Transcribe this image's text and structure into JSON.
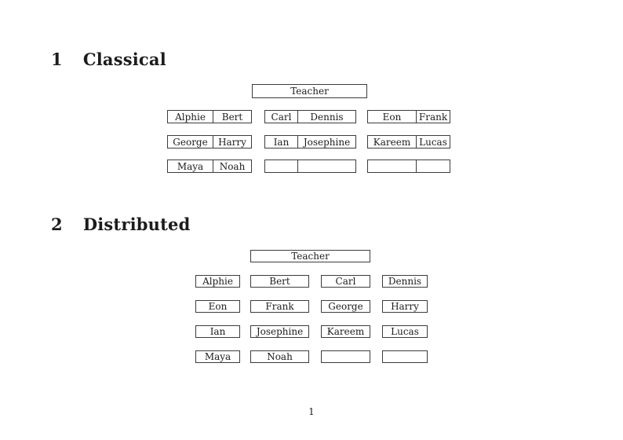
{
  "page": {
    "number": "1"
  },
  "sections": {
    "classical": {
      "number": "1",
      "title": "Classical"
    },
    "distributed": {
      "number": "2",
      "title": "Distributed"
    }
  },
  "classical": {
    "teacher_label": "Teacher",
    "desks": [
      {
        "seats": [
          "Alphie",
          "Bert"
        ]
      },
      {
        "seats": [
          "Carl",
          "Dennis"
        ]
      },
      {
        "seats": [
          "Eon",
          "Frank"
        ]
      },
      {
        "seats": [
          "George",
          "Harry"
        ]
      },
      {
        "seats": [
          "Ian",
          "Josephine"
        ]
      },
      {
        "seats": [
          "Kareem",
          "Lucas"
        ]
      },
      {
        "seats": [
          "Maya",
          "Noah"
        ]
      },
      {
        "seats": [
          "",
          ""
        ]
      },
      {
        "seats": [
          "",
          ""
        ]
      }
    ]
  },
  "distributed": {
    "teacher_label": "Teacher",
    "seats": [
      "Alphie",
      "Bert",
      "Carl",
      "Dennis",
      "Eon",
      "Frank",
      "George",
      "Harry",
      "Ian",
      "Josephine",
      "Kareem",
      "Lucas",
      "Maya",
      "Noah",
      "",
      ""
    ]
  }
}
